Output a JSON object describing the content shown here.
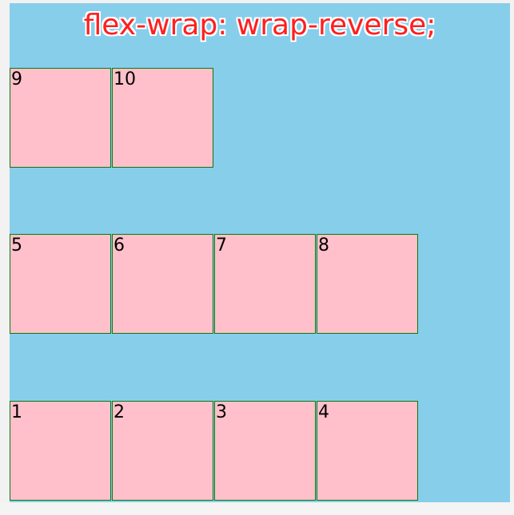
{
  "title": "flex-wrap: wrap-reverse;",
  "boxes": [
    {
      "label": "9"
    },
    {
      "label": "10"
    },
    {
      "label": "5"
    },
    {
      "label": "6"
    },
    {
      "label": "7"
    },
    {
      "label": "8"
    },
    {
      "label": "1"
    },
    {
      "label": "2"
    },
    {
      "label": "3"
    },
    {
      "label": "4"
    }
  ],
  "colors": {
    "container_bg": "#87ceeb",
    "box_bg": "#ffc0cb",
    "box_border": "#0a7a0a",
    "title_text": "#ff1f1f"
  }
}
